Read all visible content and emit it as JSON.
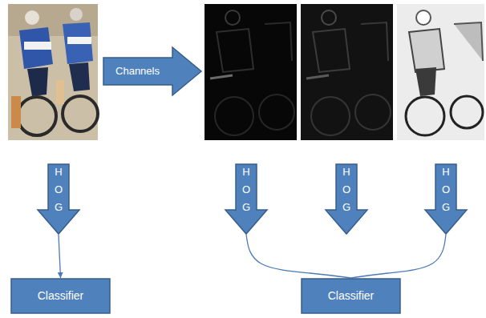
{
  "diagram": {
    "nodes": [
      {
        "text": [
          "Channels"
        ]
      },
      {
        "text": [
          "H O G"
        ]
      },
      {
        "text": [
          "H O G"
        ]
      },
      {
        "text": [
          "H O G"
        ]
      },
      {
        "text": [
          "H O G"
        ]
      },
      {
        "text": [
          "Classifier"
        ]
      },
      {
        "text": [
          "Classifier"
        ]
      }
    ],
    "edges": [
      {
        "from": 1,
        "to": 5,
        "arrow": "to"
      },
      {
        "from": 2,
        "to": 6,
        "arrow": "none"
      },
      {
        "from": 4,
        "to": 6,
        "arrow": "none"
      }
    ]
  }
}
